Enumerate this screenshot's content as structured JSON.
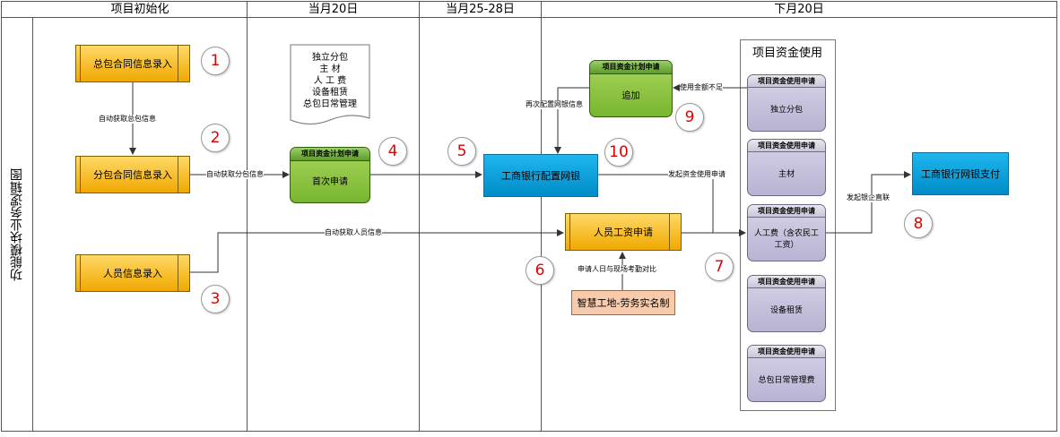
{
  "columns": [
    "项目初始化",
    "当月20日",
    "当月25-28日",
    "下月20日"
  ],
  "lane_title": "功能模块业务逻辑图",
  "processes": {
    "p1": "总包合同信息录入",
    "p2": "分包合同信息录入",
    "p3": "人员信息录入",
    "salary": "人员工资申请"
  },
  "numbers": [
    "1",
    "2",
    "3",
    "4",
    "5",
    "6",
    "7",
    "8",
    "9",
    "10"
  ],
  "doc_lines": [
    "独立分包",
    "主    材",
    "人 工 费",
    "设备租赁",
    "总包日常管理"
  ],
  "green_first": {
    "header": "项目资金计划申请",
    "body": "首次申请"
  },
  "green_add": {
    "header": "项目资金计划申请",
    "body": "追加"
  },
  "bank_config": "工商银行配置网银",
  "bank_pay": "工商银行网银支付",
  "smart_site": "智慧工地-劳务实名制",
  "fund_use": {
    "title": "项目资金使用",
    "items": [
      {
        "header": "项目资金使用申请",
        "body": "独立分包"
      },
      {
        "header": "项目资金使用申请",
        "body": "主材"
      },
      {
        "header": "项目资金使用申请",
        "body": "人工费（含农民工工资）"
      },
      {
        "header": "项目资金使用申请",
        "body": "设备租赁"
      },
      {
        "header": "项目资金使用申请",
        "body": "总包日常管理费"
      }
    ]
  },
  "edge_labels": {
    "auto_total": "自动获取总包信息",
    "auto_sub": "自动获取分包信息",
    "auto_people": "自动获取人员信息",
    "reconfigure": "再次配置网银信息",
    "insufficient": "使用金额不足",
    "initiate": "发起资金使用申请",
    "compare": "申请人日与现场考勤对比",
    "approve": "发起银企直联"
  },
  "colors": {
    "orange": "#f0a800",
    "green": "#78b630",
    "blue": "#008cc8",
    "purple": "#b8b3d3",
    "peach": "#f8cbad",
    "number_red": "#e00000"
  }
}
